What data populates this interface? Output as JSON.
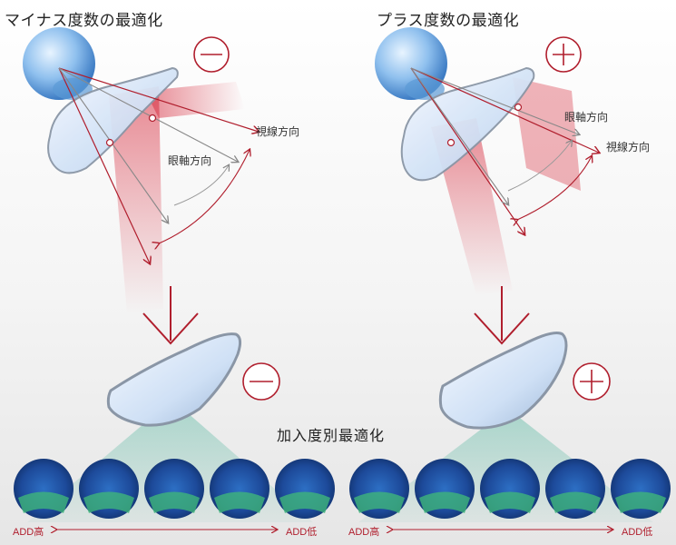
{
  "minus_panel": {
    "title": "マイナス度数の最適化",
    "label_gaze": "視線方向",
    "label_axis": "眼軸方向",
    "sign_icon": "minus-circle-icon"
  },
  "plus_panel": {
    "title": "プラス度数の最適化",
    "label_axis": "眼軸方向",
    "label_gaze": "視線方向",
    "sign_icon": "plus-circle-icon"
  },
  "center_title": "加入度別最適化",
  "minus_scale": {
    "left": "ADD高",
    "right": "ADD低"
  },
  "plus_scale": {
    "left": "ADD高",
    "right": "ADD低"
  },
  "colors": {
    "accent_red": "#b01e2d",
    "map_blue": "#1f4fa8",
    "map_green": "#3fb57a"
  }
}
